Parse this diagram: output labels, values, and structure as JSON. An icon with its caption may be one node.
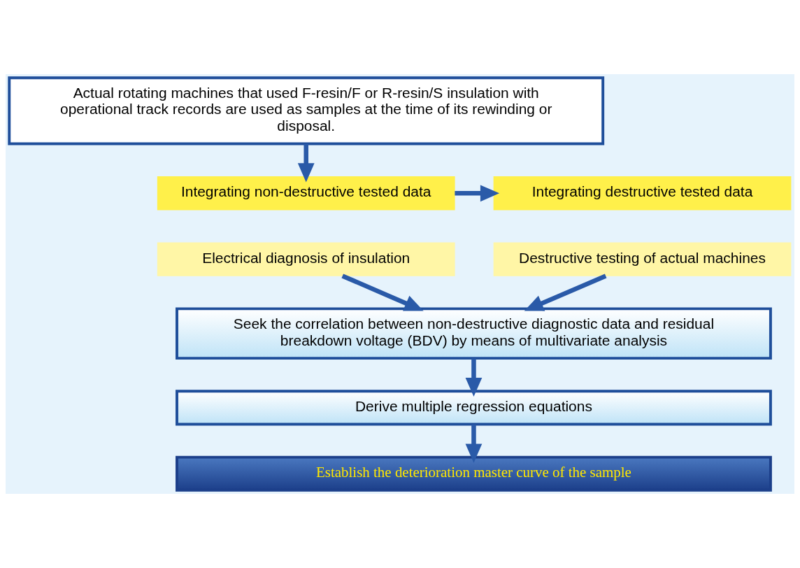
{
  "diagram": {
    "nodes": [
      {
        "text": [
          "Actual rotating machines that used F-resin/F or R-resin/S insulation with operational track records are used as samples at the time of its rewinding or disposal."
        ]
      },
      {
        "text": [
          "Integrating non-destructive tested data"
        ]
      },
      {
        "text": [
          "Electrical diagnosis of insulation"
        ]
      },
      {
        "text": [
          "Integrating destructive tested data"
        ]
      },
      {
        "text": [
          "Destructive testing of actual machines"
        ]
      },
      {
        "text": [
          "Seek the correlation between non-destructive diagnostic data and residual breakdown voltage (BDV) by means of multivariate analysis"
        ]
      },
      {
        "text": [
          "Derive multiple regression equations"
        ]
      },
      {
        "text": [
          "Establish the deterioration master curve of the sample"
        ]
      }
    ],
    "edges": [
      {
        "from": 0,
        "to": 1,
        "arrow": "to"
      },
      {
        "from": 1,
        "to": 3,
        "arrow": "to"
      },
      {
        "from": 2,
        "to": 5,
        "arrow": "to"
      },
      {
        "from": 4,
        "to": 5,
        "arrow": "to"
      },
      {
        "from": 5,
        "to": 6,
        "arrow": "to"
      },
      {
        "from": 6,
        "to": 7,
        "arrow": "to"
      }
    ]
  }
}
